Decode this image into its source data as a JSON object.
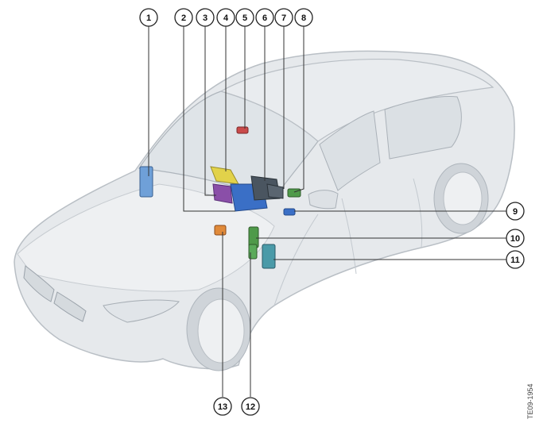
{
  "callouts": [
    "1",
    "2",
    "3",
    "4",
    "5",
    "6",
    "7",
    "8",
    "9",
    "10",
    "11",
    "12",
    "13"
  ],
  "figure_code": "TE09-1954",
  "colors": {
    "car_body": "#e6e9ec",
    "car_shade": "#cfd4d9",
    "car_outline": "#b9bfc5",
    "glass": "#dde2e6",
    "module_blue": "#3a6fc6",
    "module_purple": "#8a4fa8",
    "module_yellow": "#e2d24a",
    "module_green": "#4f9a4a",
    "module_orange": "#e08a3a",
    "module_teal": "#4a9aa8",
    "module_red": "#c94a4a",
    "module_dark": "#4a5560",
    "module_lightblue": "#6fa0d8"
  }
}
